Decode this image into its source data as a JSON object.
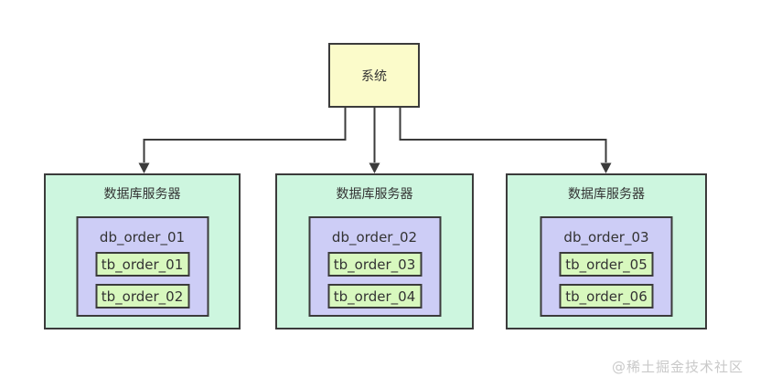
{
  "diagram": {
    "root": {
      "label": "系统"
    },
    "servers": [
      {
        "title": "数据库服务器",
        "database": {
          "name": "db_order_01",
          "tables": [
            "tb_order_01",
            "tb_order_02"
          ]
        }
      },
      {
        "title": "数据库服务器",
        "database": {
          "name": "db_order_02",
          "tables": [
            "tb_order_03",
            "tb_order_04"
          ]
        }
      },
      {
        "title": "数据库服务器",
        "database": {
          "name": "db_order_03",
          "tables": [
            "tb_order_05",
            "tb_order_06"
          ]
        }
      }
    ],
    "watermark": "@稀土掘金技术社区",
    "colors": {
      "root_fill": "#fbfbca",
      "server_fill": "#cdf6df",
      "database_fill": "#cdcdf6",
      "table_fill": "#d8f8be",
      "border": "#3b3b3b",
      "line": "#3b3b3b",
      "text": "#333333",
      "watermark": "#c9c9c9"
    }
  }
}
